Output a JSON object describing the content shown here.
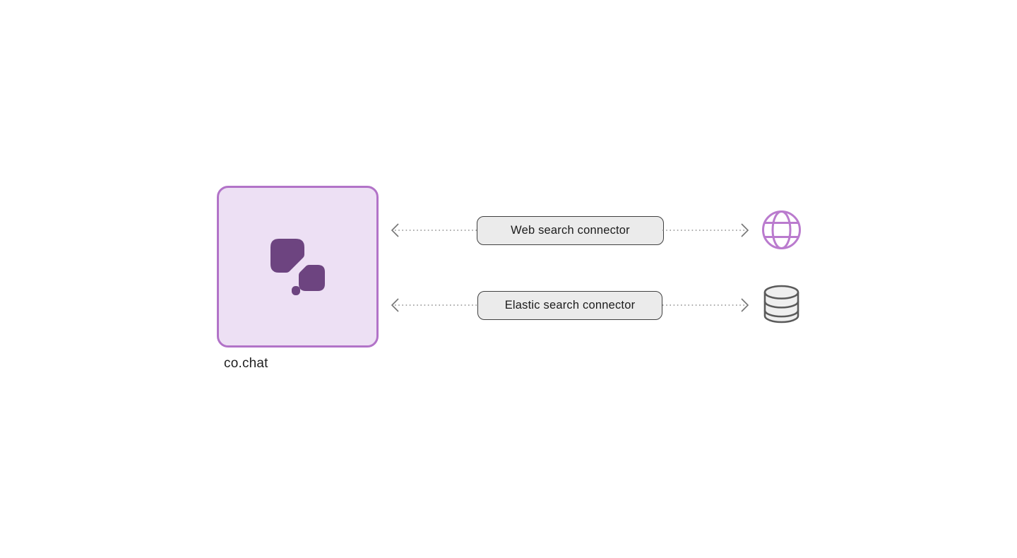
{
  "diagram": {
    "node": {
      "label": "co.chat",
      "logo": "co-chat-logo-icon"
    },
    "connectors": [
      {
        "label": "Web search connector",
        "target_icon": "globe-icon",
        "arrow_style": "dotted-bidirectional"
      },
      {
        "label": "Elastic search connector",
        "target_icon": "database-icon",
        "arrow_style": "dotted-bidirectional"
      }
    ],
    "colors": {
      "background": "#FFFFFF",
      "node_fill": "#EDE0F4",
      "node_border": "#B273C8",
      "logo": "#6D4480",
      "pill_fill": "#EBEBEB",
      "pill_border": "#404040",
      "pill_text": "#1C1C1C",
      "dotted_line": "#8F8F8F",
      "chevron": "#757575",
      "globe": "#BA7BCE",
      "database_stroke": "#5A5A5A",
      "database_fill": "#EFEFEF"
    }
  }
}
